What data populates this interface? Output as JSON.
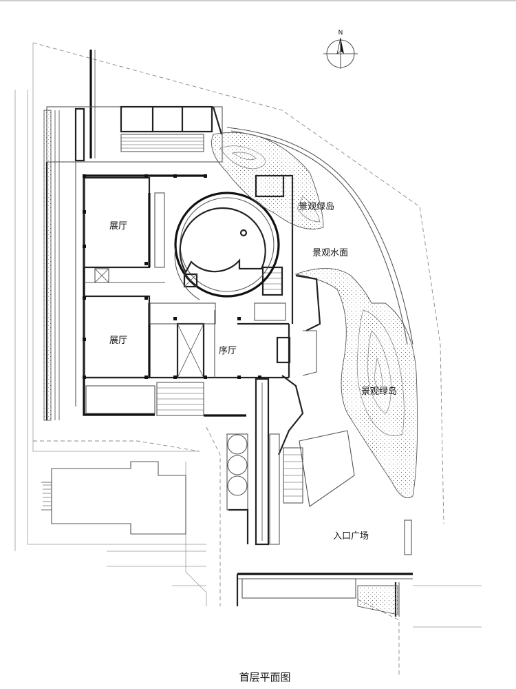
{
  "drawing": {
    "title": "首层平面图",
    "compass_letter": "N",
    "rooms": [
      {
        "id": "exhibition-hall-north",
        "label": "展厅"
      },
      {
        "id": "landscape-island-north",
        "label": "景观绿岛"
      },
      {
        "id": "landscape-water",
        "label": "景观水面"
      },
      {
        "id": "exhibition-hall-south",
        "label": "展厅"
      },
      {
        "id": "foyer",
        "label": "序厅"
      },
      {
        "id": "landscape-island-east",
        "label": "景观绿岛"
      },
      {
        "id": "entrance-plaza",
        "label": "入口广场"
      }
    ]
  }
}
